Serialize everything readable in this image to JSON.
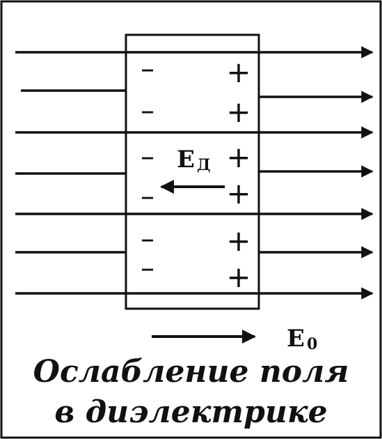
{
  "figure": {
    "dielectric_label": "E",
    "dielectric_subscript": "Д",
    "external_label": "E",
    "external_subscript": "0",
    "caption_line1": "Ослабление поля",
    "caption_line2": "в диэлектрике",
    "negative_charge_symbol": "–",
    "positive_charge_symbol": "+"
  },
  "colors": {
    "ink": "#111111",
    "background": "#ffffff"
  }
}
